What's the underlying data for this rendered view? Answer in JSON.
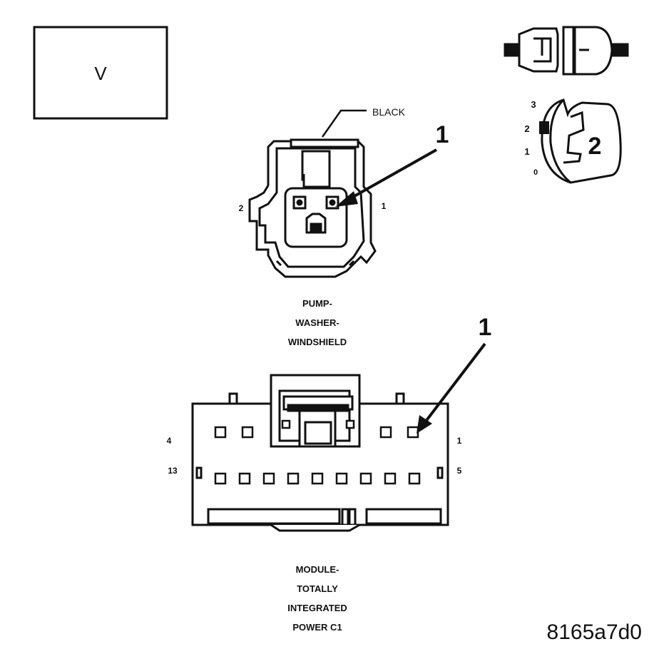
{
  "view_box": {
    "letter": "V"
  },
  "pump_connector": {
    "color_label": "BLACK",
    "callout": "1",
    "pin_left": "2",
    "pin_right": "1",
    "name_lines": [
      "PUMP-",
      "WASHER-",
      "WINDSHIELD"
    ]
  },
  "module_connector": {
    "callout": "1",
    "top_left_pin": "4",
    "top_right_pin": "1",
    "bottom_left_pin": "13",
    "bottom_right_pin": "5",
    "name_lines": [
      "MODULE-",
      "TOTALLY",
      "INTEGRATED",
      "POWER C1"
    ]
  },
  "key_icon": {
    "positions": [
      "3",
      "2",
      "1",
      "0"
    ],
    "key_number": "2"
  },
  "figure_id": "8165a7d0"
}
